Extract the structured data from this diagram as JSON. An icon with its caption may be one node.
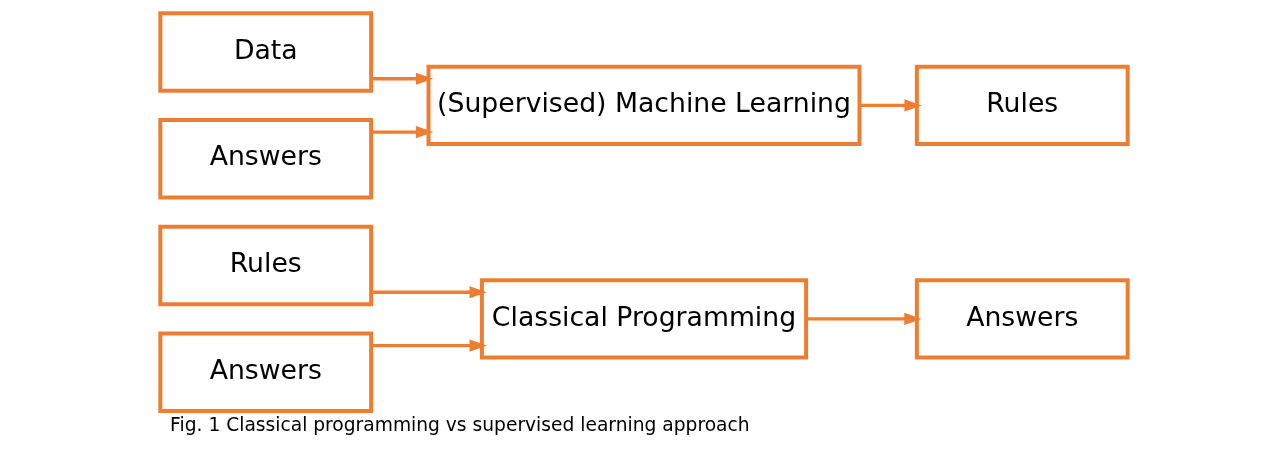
{
  "diagram": {
    "caption": "Fig. 1 Classical programming vs supervised learning approach",
    "nodes": [
      {
        "text": [
          "Rules"
        ]
      },
      {
        "text": [
          "Answers"
        ]
      },
      {
        "text": [
          "Classical Programming"
        ]
      },
      {
        "text": [
          "Answers"
        ]
      },
      {
        "text": [
          "Data"
        ]
      },
      {
        "text": [
          "Answers"
        ]
      },
      {
        "text": [
          "(Supervised) Machine Learning"
        ]
      },
      {
        "text": [
          "Rules"
        ]
      }
    ],
    "edges": [
      {
        "from": 0,
        "to": 2,
        "arrow": "to"
      },
      {
        "from": 1,
        "to": 2,
        "arrow": "to"
      },
      {
        "from": 2,
        "to": 3,
        "arrow": "to"
      },
      {
        "from": 4,
        "to": 6,
        "arrow": "to"
      },
      {
        "from": 5,
        "to": 6,
        "arrow": "to"
      },
      {
        "from": 6,
        "to": 7,
        "arrow": "to"
      }
    ]
  }
}
